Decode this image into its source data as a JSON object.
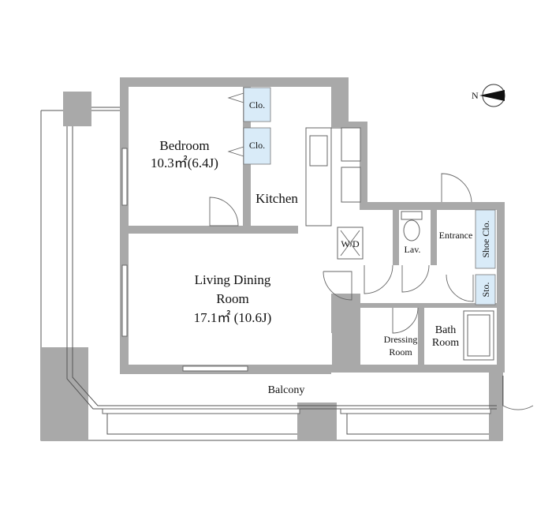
{
  "rooms": {
    "bedroom": {
      "name": "Bedroom",
      "area": "10.3㎡(6.4J)"
    },
    "kitchen": {
      "name": "Kitchen"
    },
    "living": {
      "line1": "Living Dining",
      "line2": "Room",
      "area": "17.1㎡ (10.6J)"
    },
    "entrance": {
      "name": "Entrance"
    },
    "lav": {
      "name": "Lav."
    },
    "wd": {
      "name": "W/D"
    },
    "dressing": {
      "line1": "Dressing",
      "line2": "Room"
    },
    "bath": {
      "line1": "Bath",
      "line2": "Room"
    },
    "balcony": {
      "name": "Balcony"
    }
  },
  "closets": {
    "clo_top": "Clo.",
    "clo_bottom": "Clo.",
    "shoe": "Shoe Clo.",
    "sto": "Sto."
  },
  "compass": {
    "label": "N"
  },
  "colors": {
    "wall": "#a9a9a9",
    "closet": "#d9ebf8",
    "line": "#555555"
  }
}
